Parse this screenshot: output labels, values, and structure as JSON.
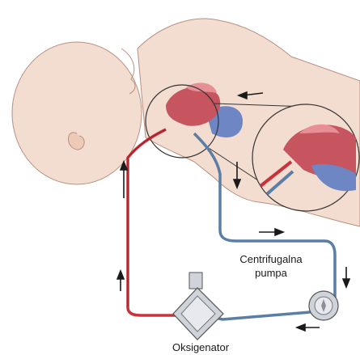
{
  "labels": {
    "pump_line1": "Centrifugalna",
    "pump_line2": "pumpa",
    "oxygenator": "Oksigenator"
  },
  "colors": {
    "skin": "#f3ddd0",
    "skin_outline": "#b89080",
    "arterial": "#c8323a",
    "venous": "#5a7ea6",
    "heart": "#c6555f",
    "heart_light": "#e88f95",
    "vein_blue": "#6f86c4",
    "device_gray": "#cfd3da",
    "arrow": "#1a1a1a"
  },
  "icons": [
    "pump-icon",
    "oxygenator-icon",
    "magnifier-circle"
  ]
}
